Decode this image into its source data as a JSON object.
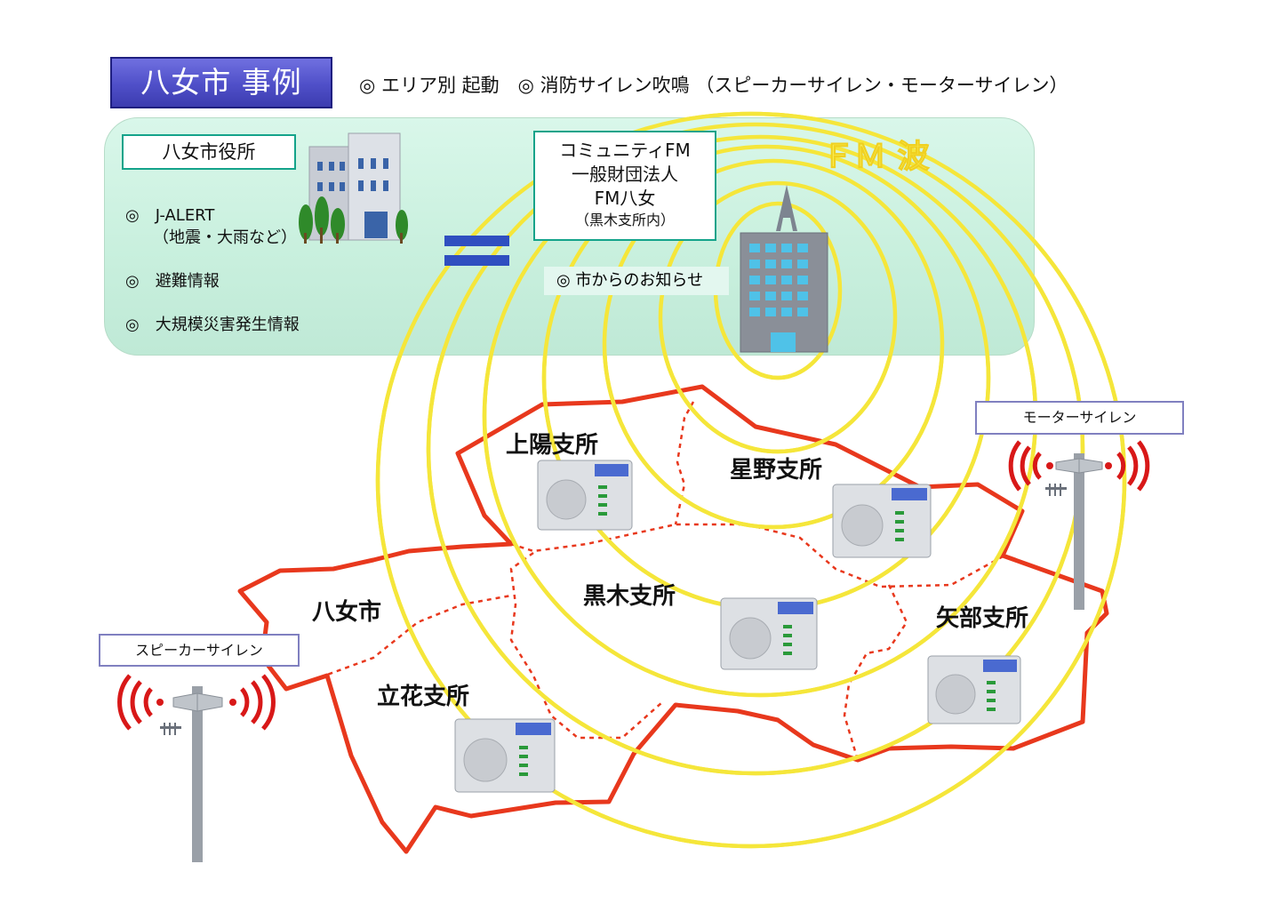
{
  "header": {
    "title": "八女市 事例",
    "subtitle": "◎ エリア別 起動　◎ 消防サイレン吹鳴 （スピーカーサイレン・モーターサイレン）"
  },
  "top_panel": {
    "city_hall_label": "八女市役所",
    "info_items": [
      "◎　J-ALERT",
      "（地震・大雨など）",
      "◎　避難情報",
      "◎　大規模災害発生情報"
    ],
    "equals_sign": "=",
    "fm_station": {
      "line1": "コミュニティFM",
      "line2": "一般財団法人",
      "line3": "FM八女",
      "line4": "（黒木支所内）"
    },
    "notice": "◎ 市からのお知らせ",
    "wave_label": "ＦＭ 波"
  },
  "regions": [
    "上陽支所",
    "星野支所",
    "黒木支所",
    "八女市",
    "矢部支所",
    "立花支所"
  ],
  "sirens": {
    "speaker_label": "スピーカーサイレン",
    "motor_label": "モーターサイレン"
  },
  "colors": {
    "title_bg": "#4f4fc8",
    "panel_bg": "#c9f0de",
    "green_border": "#14a38a",
    "wave": "#f5e63a",
    "boundary": "#e8381d",
    "siren_red": "#d81818"
  }
}
